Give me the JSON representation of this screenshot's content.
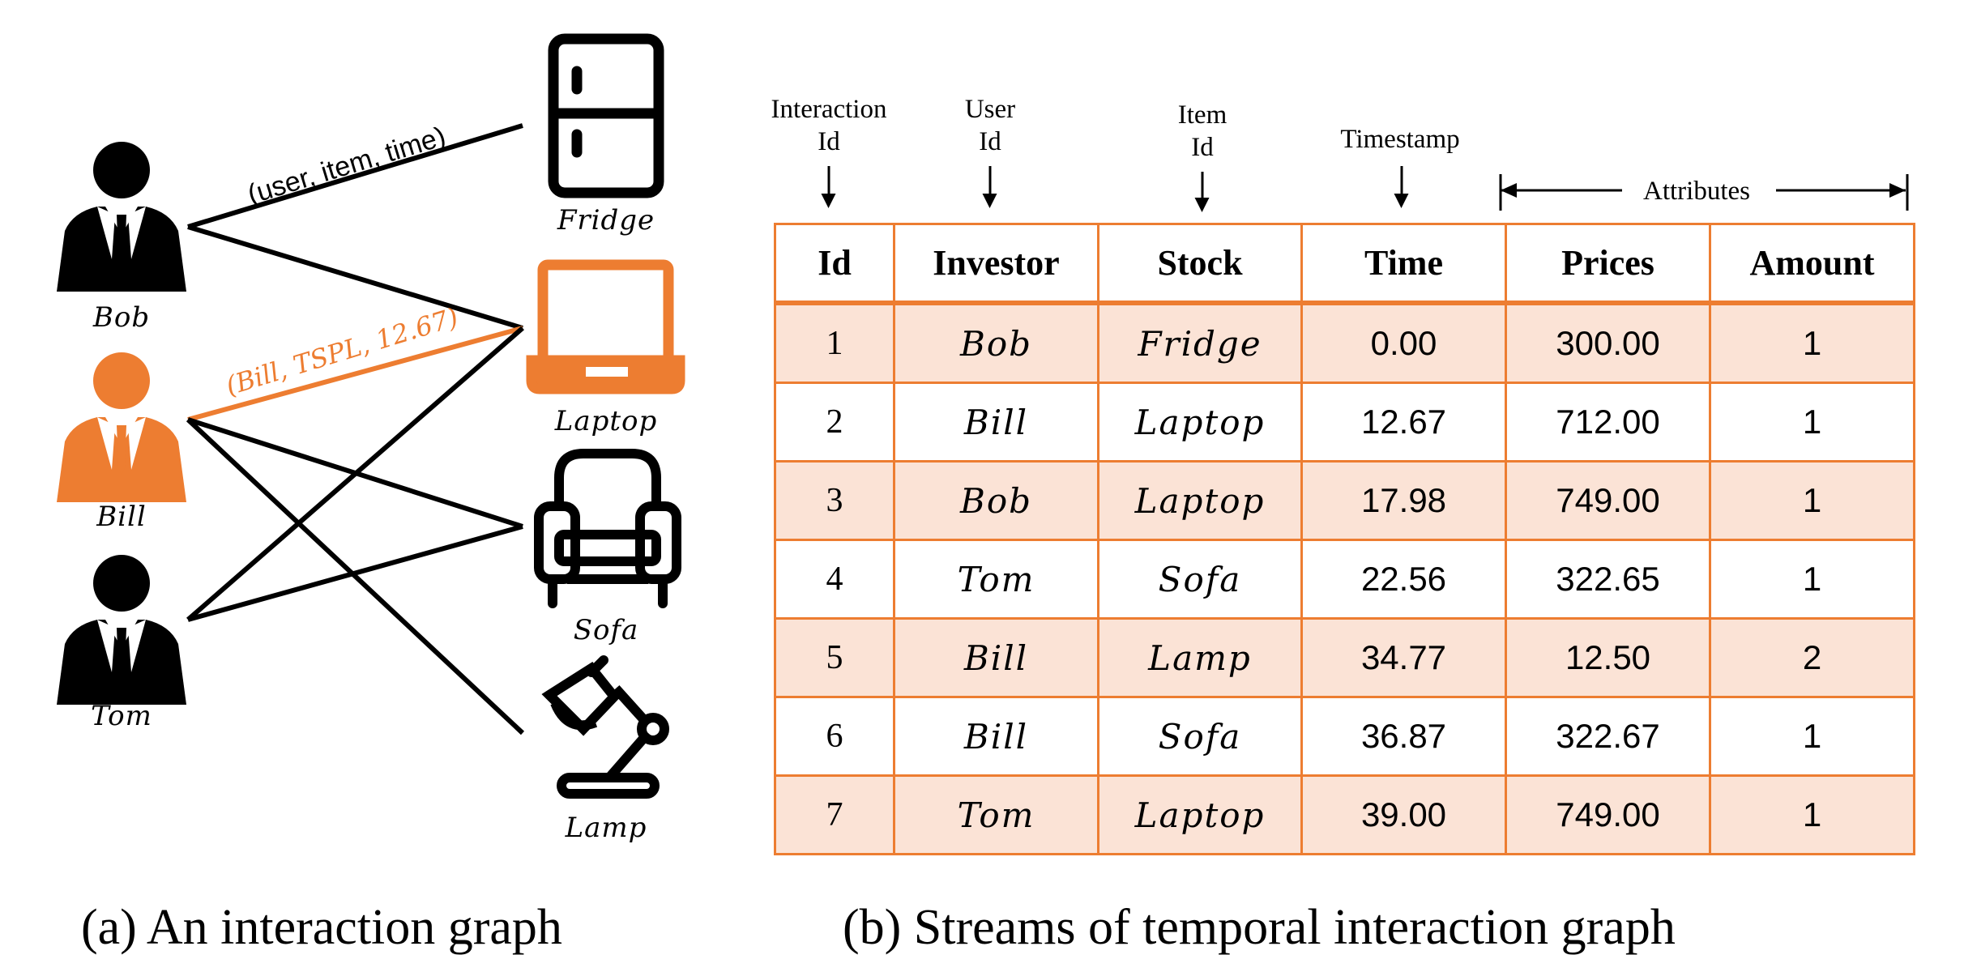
{
  "graph": {
    "users": [
      {
        "name": "Bob",
        "color": "#000000"
      },
      {
        "name": "Bill",
        "color": "#ed7d31"
      },
      {
        "name": "Tom",
        "color": "#000000"
      }
    ],
    "items": [
      {
        "name": "Fridge",
        "icon": "fridge-icon",
        "color": "#000000"
      },
      {
        "name": "Laptop",
        "icon": "laptop-icon",
        "color": "#ed7d31"
      },
      {
        "name": "Sofa",
        "icon": "sofa-icon",
        "color": "#000000"
      },
      {
        "name": "Lamp",
        "icon": "lamp-icon",
        "color": "#000000"
      }
    ],
    "edges": [
      {
        "from": "Bob",
        "to": "Fridge"
      },
      {
        "from": "Bob",
        "to": "Laptop"
      },
      {
        "from": "Bill",
        "to": "Laptop",
        "highlight": true
      },
      {
        "from": "Bill",
        "to": "Sofa"
      },
      {
        "from": "Bill",
        "to": "Lamp"
      },
      {
        "from": "Tom",
        "to": "Laptop"
      },
      {
        "from": "Tom",
        "to": "Sofa"
      }
    ],
    "edge_label_generic": "(user, item, time)",
    "edge_label_highlight": "(Bill, TSPL, 12.67)",
    "caption": "(a)  An interaction graph"
  },
  "table": {
    "annotations": {
      "interaction_id": [
        "Interaction",
        "Id"
      ],
      "user_id": [
        "User",
        "Id"
      ],
      "item_id": [
        "Item",
        "Id"
      ],
      "timestamp": "Timestamp",
      "attributes": "Attributes"
    },
    "headers": [
      "Id",
      "Investor",
      "Stock",
      "Time",
      "Prices",
      "Amount"
    ],
    "rows": [
      [
        "1",
        "Bob",
        "Fridge",
        "0.00",
        "300.00",
        "1"
      ],
      [
        "2",
        "Bill",
        "Laptop",
        "12.67",
        "712.00",
        "1"
      ],
      [
        "3",
        "Bob",
        "Laptop",
        "17.98",
        "749.00",
        "1"
      ],
      [
        "4",
        "Tom",
        "Sofa",
        "22.56",
        "322.65",
        "1"
      ],
      [
        "5",
        "Bill",
        "Lamp",
        "34.77",
        "12.50",
        "2"
      ],
      [
        "6",
        "Bill",
        "Sofa",
        "36.87",
        "322.67",
        "1"
      ],
      [
        "7",
        "Tom",
        "Laptop",
        "39.00",
        "749.00",
        "1"
      ]
    ],
    "caption": "(b)  Streams of temporal interaction graph",
    "accent_color": "#ed7d31",
    "stripe_color": "#fbe3d6"
  }
}
